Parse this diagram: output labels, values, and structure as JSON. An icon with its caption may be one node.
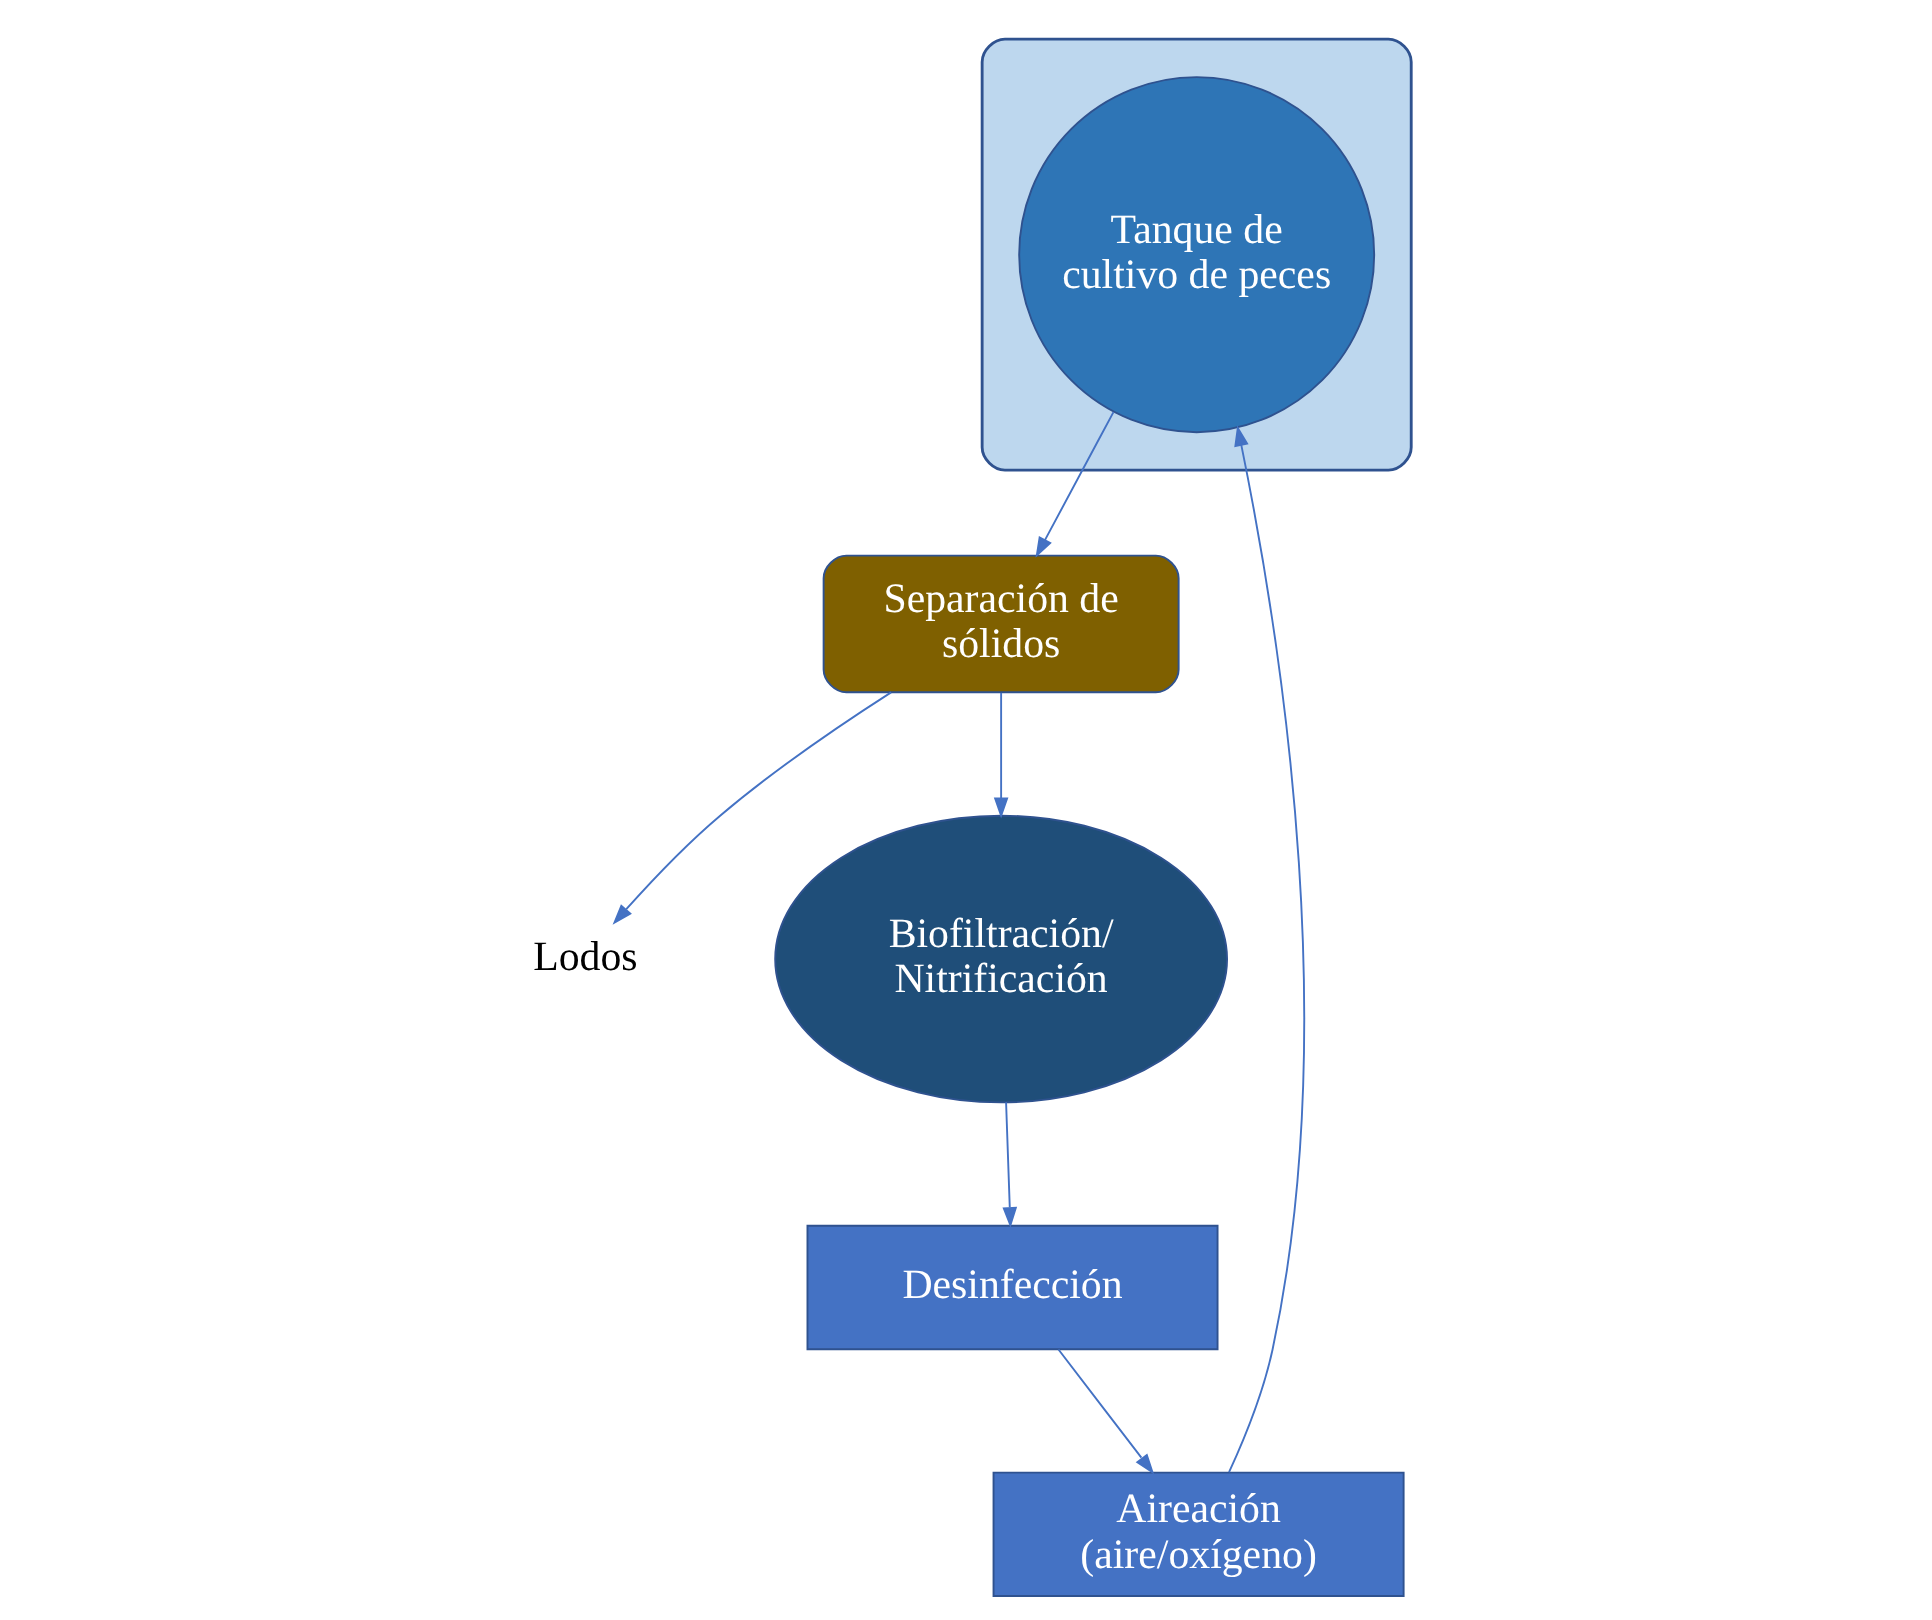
{
  "diagram": {
    "nodes": [
      {
        "text": [],
        "shape": "box"
      },
      {
        "text": [
          "Tanque de cultivo de peces"
        ],
        "in": 0
      },
      {
        "text": [
          "Separación de sólidos"
        ]
      },
      {
        "text": [
          "Lodos"
        ]
      },
      {
        "text": [
          "Biofiltración/ Nitrificación"
        ]
      },
      {
        "text": [
          "Desinfección"
        ]
      },
      {
        "text": [
          "Aireación (aire/oxígeno)"
        ]
      }
    ],
    "edges": [
      {
        "from": 6,
        "to": 1,
        "arrow": "to"
      },
      {
        "from": 1,
        "to": 2,
        "arrow": "to"
      },
      {
        "from": 2,
        "to": 3,
        "arrow": "to"
      },
      {
        "from": 2,
        "to": 4,
        "arrow": "to"
      },
      {
        "from": 4,
        "to": 5,
        "arrow": "to"
      },
      {
        "from": 5,
        "to": 6,
        "arrow": "to"
      }
    ]
  }
}
